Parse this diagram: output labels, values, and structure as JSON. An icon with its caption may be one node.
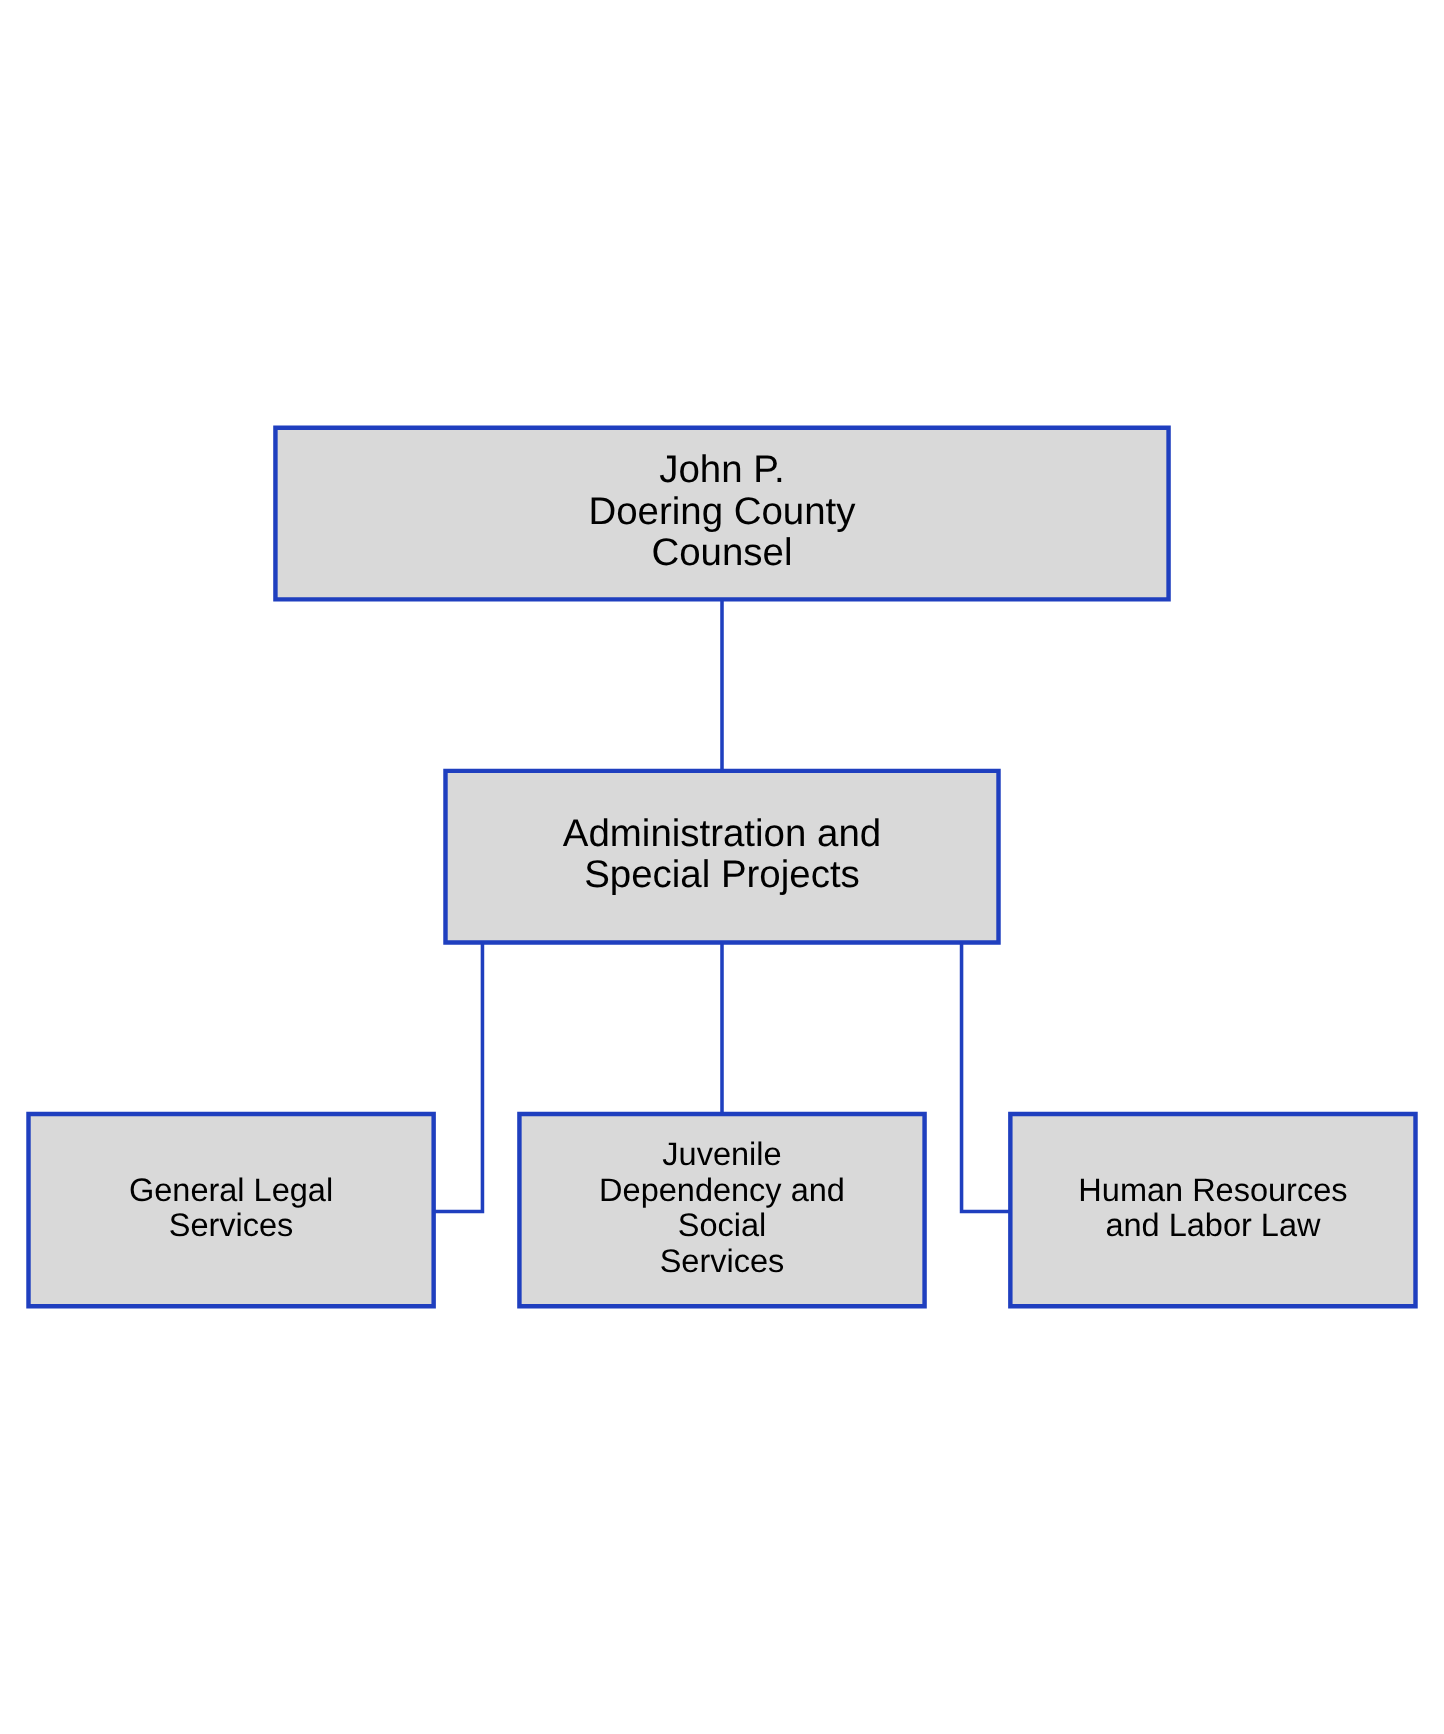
{
  "diagram": {
    "nodes": [
      {
        "text": [
          "John P. Doering County Counsel"
        ]
      },
      {
        "text": [
          "Administration and Special Projects"
        ]
      },
      {
        "text": [
          "General Legal Services"
        ]
      },
      {
        "text": [
          "Juvenile Dependency and Social Services"
        ]
      },
      {
        "text": [
          "Human Resources and Labor Law"
        ]
      }
    ],
    "edges": [
      {
        "from": 0,
        "to": 1,
        "arrow": "none"
      },
      {
        "from": 1,
        "to": 2,
        "arrow": "none"
      },
      {
        "from": 1,
        "to": 3,
        "arrow": "none"
      },
      {
        "from": 1,
        "to": 4,
        "arrow": "none"
      }
    ]
  }
}
